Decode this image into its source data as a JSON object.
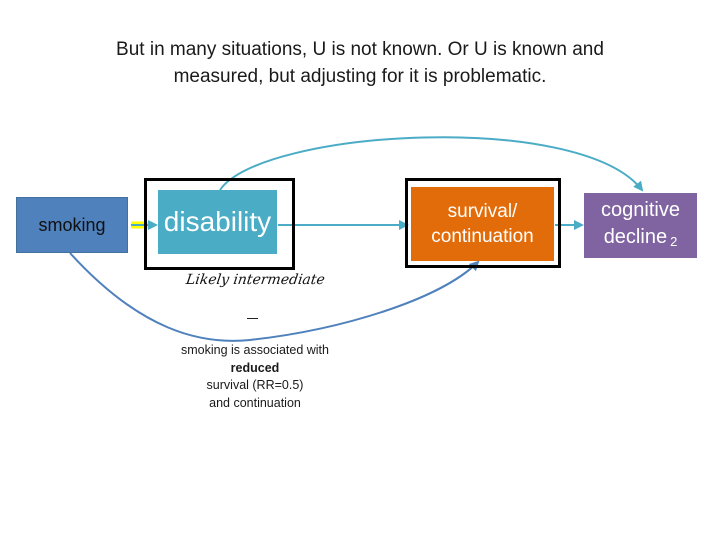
{
  "title": {
    "line1": "But in many situations, U is not known.  Or U is known and",
    "line2": "measured, but adjusting for it is problematic."
  },
  "nodes": {
    "smoking": "smoking",
    "disability": "disability",
    "survival_line1": "survival/",
    "survival_line2": "continuation",
    "cognitive_line1": "cognitive",
    "cognitive_line2": "decline",
    "cognitive_subscript": "2"
  },
  "annotations": {
    "intermediate": "Likely intermediate",
    "note_line1": "smoking is associated with",
    "note_bold": "reduced",
    "note_line2_rest": " survival (RR=0.5)",
    "note_line3": "and continuation"
  },
  "colors": {
    "smoking": "#4f81bd",
    "disability": "#4bacc6",
    "survival": "#e36c0a",
    "cognitive": "#8064a2",
    "arrow": "#4bacc6",
    "curve_bottom": "#4f81bd",
    "highlight": "#ffff00"
  }
}
